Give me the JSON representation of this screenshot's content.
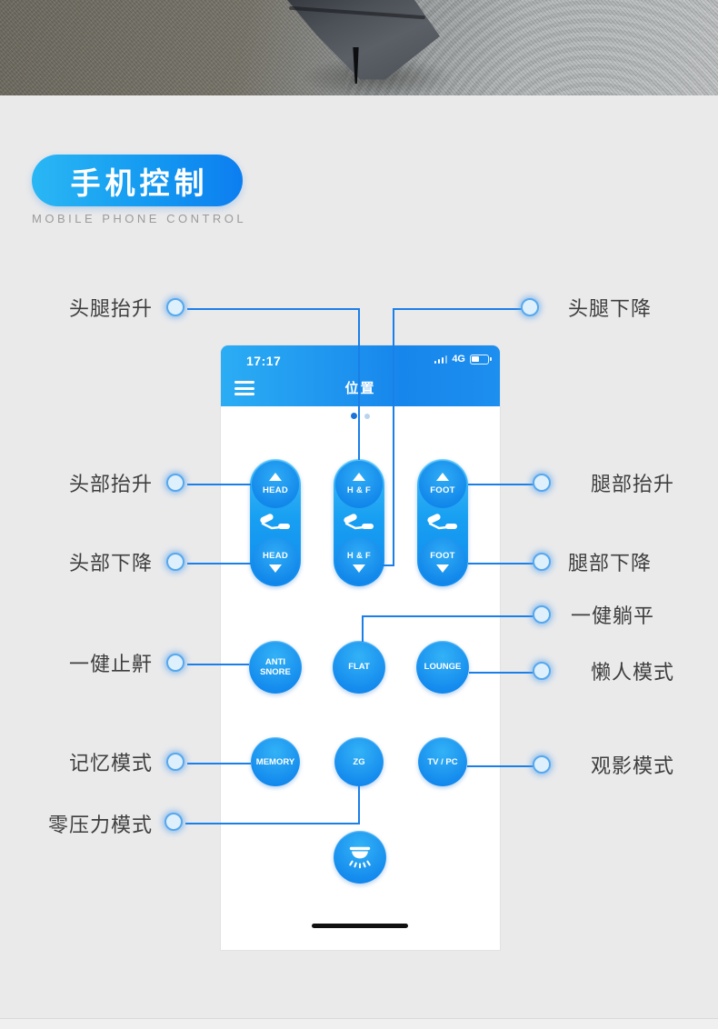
{
  "banner": {
    "title": "手机控制",
    "subtitle": "MOBILE PHONE CONTROL"
  },
  "phone": {
    "status": {
      "time": "17:17",
      "network": "4G"
    },
    "nav": {
      "title": "位置"
    },
    "pager": {
      "page_count": 2,
      "active_page": 1
    },
    "pills": [
      {
        "label": "HEAD"
      },
      {
        "label": "H & F"
      },
      {
        "label": "FOOT"
      }
    ],
    "modes_row1": [
      "ANTI SNORE",
      "FLAT",
      "LOUNGE"
    ],
    "modes_row2": [
      "MEMORY",
      "ZG",
      "TV / PC"
    ]
  },
  "callouts": {
    "left": [
      "头腿抬升",
      "头部抬升",
      "头部下降",
      "一健止鼾",
      "记忆模式",
      "零压力模式"
    ],
    "right": [
      "头腿下降",
      "腿部抬升",
      "腿部下降",
      "一健躺平",
      "懒人模式",
      "观影模式"
    ]
  },
  "icons": {
    "hamburger": "menu",
    "signal": "cellular-signal",
    "battery": "battery-level",
    "recliner": "adjustable-bed-profile",
    "arrow_up": "triangle-up",
    "arrow_down": "triangle-down",
    "light": "under-bed-light",
    "home_indicator": "home-bar"
  },
  "colors": {
    "page_bg": "#eaeaeb",
    "accent_line": "#1a7fe8",
    "banner_gradient": [
      "#2ab7f4",
      "#0c7ef0"
    ],
    "header_gradient": [
      "#2badf4",
      "#1d8fef"
    ],
    "button_gradient": [
      "#45bdf8",
      "#0f8aee"
    ],
    "dot_fill": "#def0fb",
    "dot_ring": "#57a8ee",
    "label_text": "#3e3e3e",
    "subtitle_text": "#9b9b9b"
  }
}
